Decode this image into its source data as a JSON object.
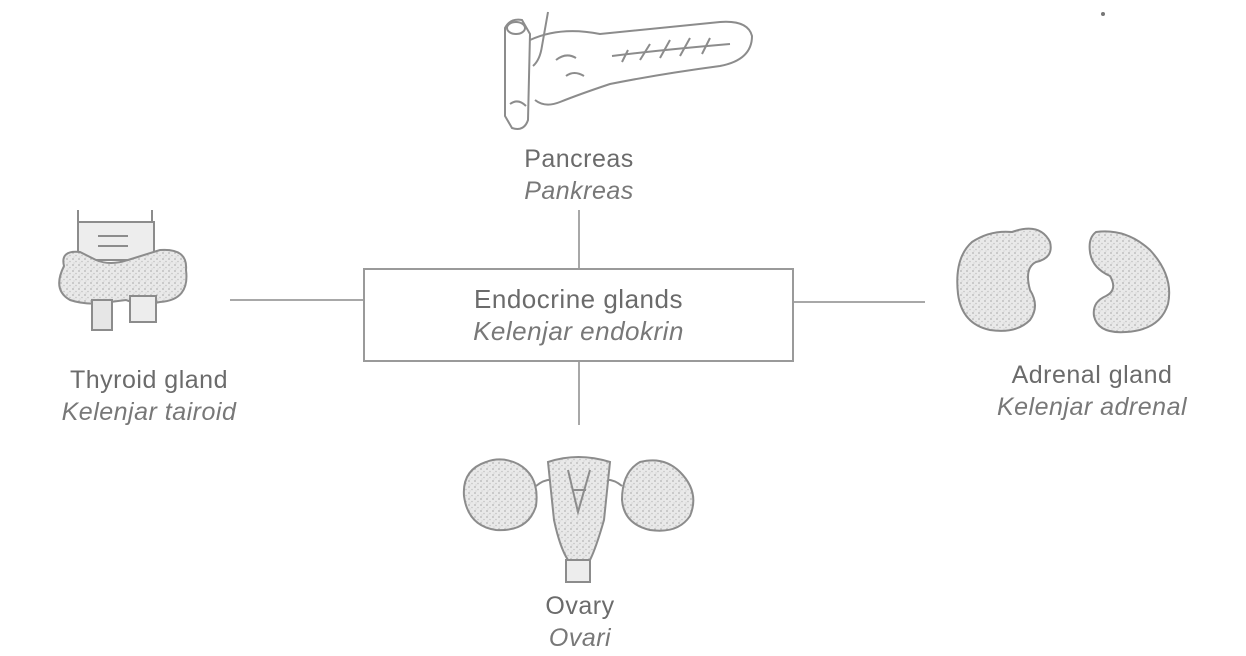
{
  "center": {
    "en": "Endocrine glands",
    "ms": "Kelenjar endokrin"
  },
  "glands": {
    "pancreas": {
      "en": "Pancreas",
      "ms": "Pankreas"
    },
    "thyroid": {
      "en": "Thyroid gland",
      "ms": "Kelenjar tairoid"
    },
    "adrenal": {
      "en": "Adrenal gland",
      "ms": "Kelenjar adrenal"
    },
    "ovary": {
      "en": "Ovary",
      "ms": "Ovari"
    }
  }
}
